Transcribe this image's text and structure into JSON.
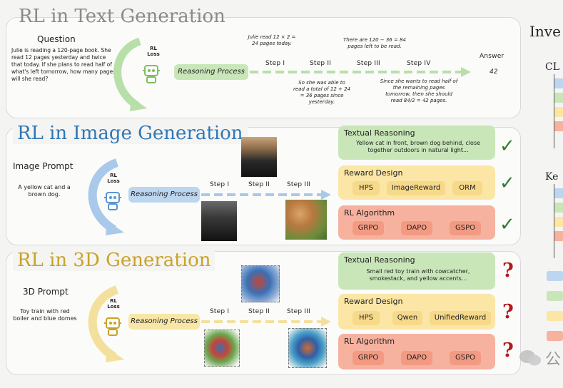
{
  "colors": {
    "text_green": "#2e7d32",
    "image_blue": "#2f76b7",
    "threed_gold": "#c9a227",
    "reasoning_green": "#c9e6b9",
    "reward_yellow": "#fbe6a6",
    "algo_salmon": "#f6b29f",
    "check": "#2e7d32",
    "question": "#b51818"
  },
  "text_gen": {
    "title": "RL in Text Generation",
    "question_title": "Question",
    "question_body": "Julie is reading a 120-page book. She read 12 pages yesterday and twice that today. If she plans to read half of what's left tomorrow, how many pages will she read?",
    "rl_loss": "RL Loss",
    "reasoning": "Reasoning Process",
    "steps": [
      "Step I",
      "Step II",
      "Step III",
      "Step IV"
    ],
    "note1": "Julie read 12 × 2 = 24 pages today.",
    "note2": "So she was able to read a total of 12 + 24 = 36 pages since yesterday.",
    "note3": "There are 120 − 36 = 84 pages left to be read.",
    "note4": "Since she wants to read half of the remaining pages tomorrow, then she should read 84/2 = 42 pages.",
    "answer_label": "Answer",
    "answer_value": "42"
  },
  "image_gen": {
    "title": "RL in Image Generation",
    "prompt_title": "Image Prompt",
    "prompt_body": "A yellow cat and a brown dog.",
    "rl_loss": "RL Loss",
    "reasoning": "Reasoning Process",
    "steps": [
      "Step I",
      "Step II",
      "Step III"
    ],
    "textual_head": "Textual Reasoning",
    "textual_body": "Yellow cat in front, brown dog behind, close together outdoors in natural light...",
    "reward_head": "Reward Design",
    "reward_items": [
      "HPS",
      "ImageReward",
      "ORM"
    ],
    "algo_head": "RL Algorithm",
    "algo_items": [
      "GRPO",
      "DAPO",
      "GSPO"
    ]
  },
  "threed_gen": {
    "title": "RL in 3D Generation",
    "prompt_title": "3D Prompt",
    "prompt_body": "Toy train with red boiler and blue domes",
    "rl_loss": "RL Loss",
    "reasoning": "Reasoning Process",
    "steps": [
      "Step I",
      "Step II",
      "Step III"
    ],
    "textual_head": "Textual Reasoning",
    "textual_body": "Small red toy train with cowcatcher, smokestack, and yellow accents...",
    "reward_head": "Reward Design",
    "reward_items": [
      "HPS",
      "Qwen",
      "UnifiedReward"
    ],
    "algo_head": "RL Algorithm",
    "algo_items": [
      "GRPO",
      "DAPO",
      "GSPO"
    ]
  },
  "side": {
    "heading1": "Inve",
    "heading2": "CL",
    "heading3": "Ke",
    "watermark": "公"
  }
}
